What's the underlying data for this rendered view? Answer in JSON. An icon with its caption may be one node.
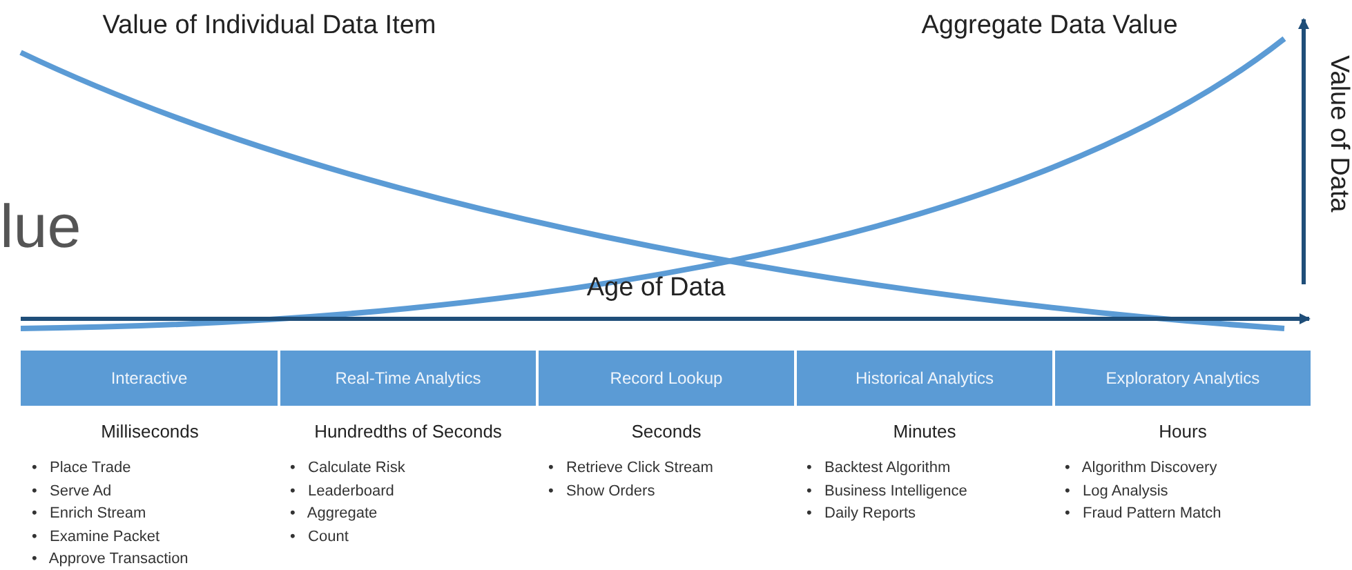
{
  "diagram": {
    "nodes": [
      {
        "text": [
          "Interactive"
        ],
        "beside": [
          "Milliseconds",
          "•   Place Trade",
          "•   Serve Ad",
          "•   Enrich Stream",
          "•   Examine Packet",
          "•   Approve Transaction"
        ]
      },
      {
        "text": [
          "Real-Time Analytics"
        ],
        "beside": [
          "Hundredths of Seconds",
          "•   Calculate Risk",
          "•   Leaderboard",
          "•   Aggregate",
          "•   Count"
        ]
      },
      {
        "text": [
          "Record Lookup"
        ],
        "beside": [
          "Seconds",
          "•   Retrieve Click Stream",
          "•   Show Orders"
        ]
      },
      {
        "text": [
          "Historical Analytics"
        ],
        "beside": [
          "Minutes",
          "•   Backtest Algorithm",
          "•   Business Intelligence",
          "•   Daily Reports"
        ]
      },
      {
        "text": [
          "Exploratory Analytics"
        ],
        "beside": [
          "Hours",
          "•   Algorithm Discovery",
          "•   Log Analysis",
          "•   Fraud Pattern Match"
        ]
      }
    ],
    "labels": [
      "Value of Individual Data Item",
      "Aggregate Data Value",
      "Value of Data",
      "lue",
      "Age of Data"
    ]
  }
}
